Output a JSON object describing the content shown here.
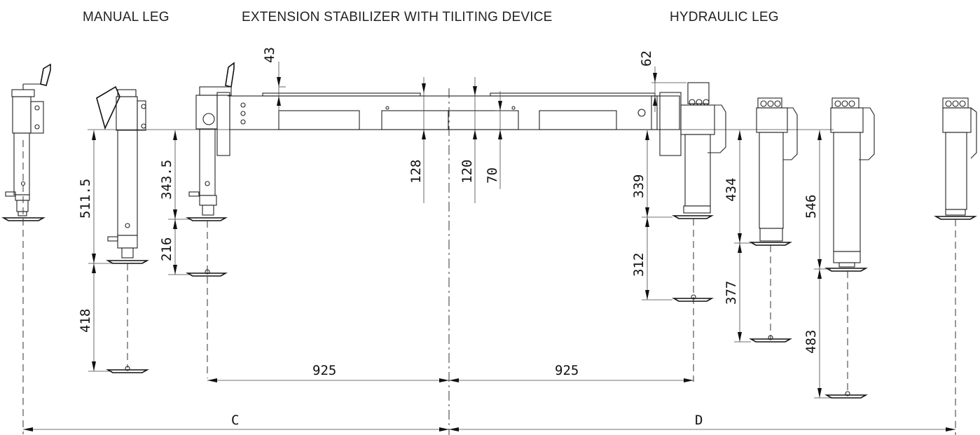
{
  "titles": {
    "manual": "MANUAL LEG",
    "extension": "EXTENSION STABILIZER WITH TILITING DEVICE",
    "hydraulic": "HYDRAULIC LEG"
  },
  "dimensions": {
    "d43": "43",
    "d62": "62",
    "d128": "128",
    "d120": "120",
    "d70": "70",
    "d511_5": "511.5",
    "d418": "418",
    "d343_5": "343.5",
    "d216": "216",
    "d339": "339",
    "d312": "312",
    "d434": "434",
    "d377": "377",
    "d546": "546",
    "d483": "483",
    "d925_left": "925",
    "d925_right": "925",
    "dC": "C",
    "dD": "D"
  }
}
